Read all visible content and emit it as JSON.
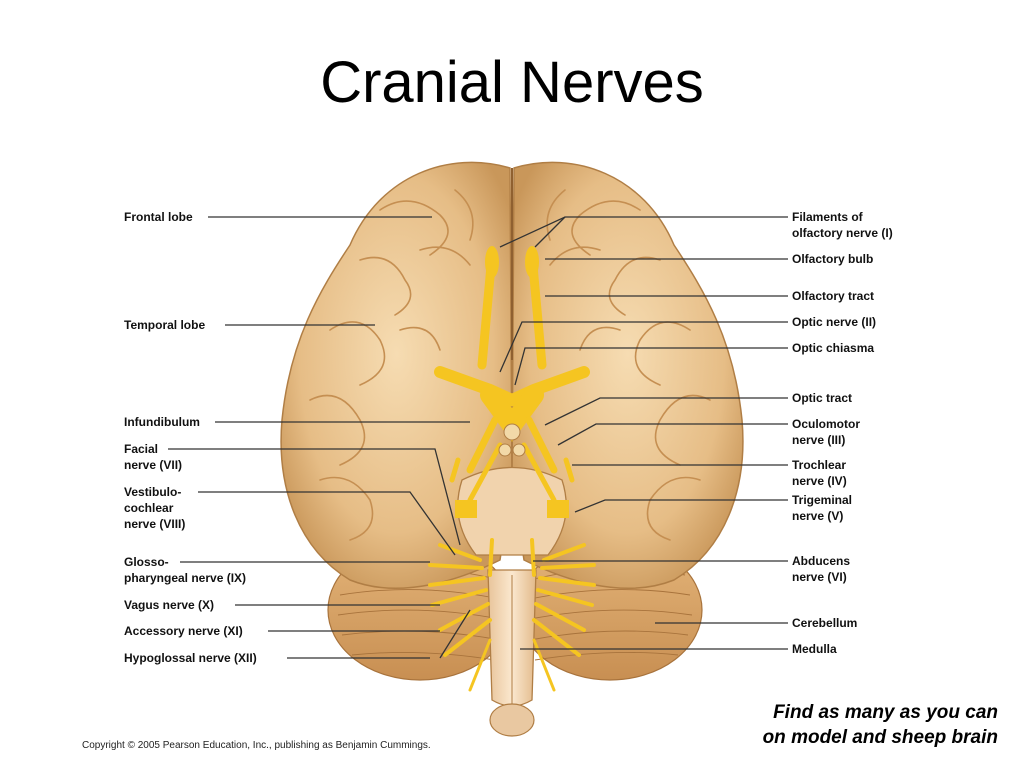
{
  "slide": {
    "title": "Cranial Nerves",
    "note": "Find as many as you can\non model and sheep brain",
    "copyright": "Copyright © 2005 Pearson Education, Inc., publishing as Benjamin Cummings."
  },
  "labels_left": {
    "frontal_lobe": "Frontal lobe",
    "temporal_lobe": "Temporal lobe",
    "infundibulum": "Infundibulum",
    "facial_nerve": "Facial\nnerve (VII)",
    "vestibulocochlear_nerve": "Vestibulo-\ncochlear\nnerve (VIII)",
    "glossopharyngeal_nerve": "Glosso-\npharyngeal nerve (IX)",
    "vagus_nerve": "Vagus nerve (X)",
    "accessory_nerve": "Accessory nerve (XI)",
    "hypoglossal_nerve": "Hypoglossal nerve (XII)"
  },
  "labels_right": {
    "filaments_olfactory": "Filaments of\nolfactory nerve (I)",
    "olfactory_bulb": "Olfactory bulb",
    "olfactory_tract": "Olfactory tract",
    "optic_nerve": "Optic nerve (II)",
    "optic_chiasma": "Optic chiasma",
    "optic_tract": "Optic tract",
    "oculomotor_nerve": "Oculomotor\nnerve (III)",
    "trochlear_nerve": "Trochlear\nnerve (IV)",
    "trigeminal_nerve": "Trigeminal\nnerve (V)",
    "abducens_nerve": "Abducens\nnerve (VI)",
    "cerebellum": "Cerebellum",
    "medulla": "Medulla"
  },
  "colors": {
    "brain_fill": "#e9c48f",
    "brain_shadow": "#c9975a",
    "nerve_yellow": "#f5c521",
    "leader_line": "#333333"
  }
}
